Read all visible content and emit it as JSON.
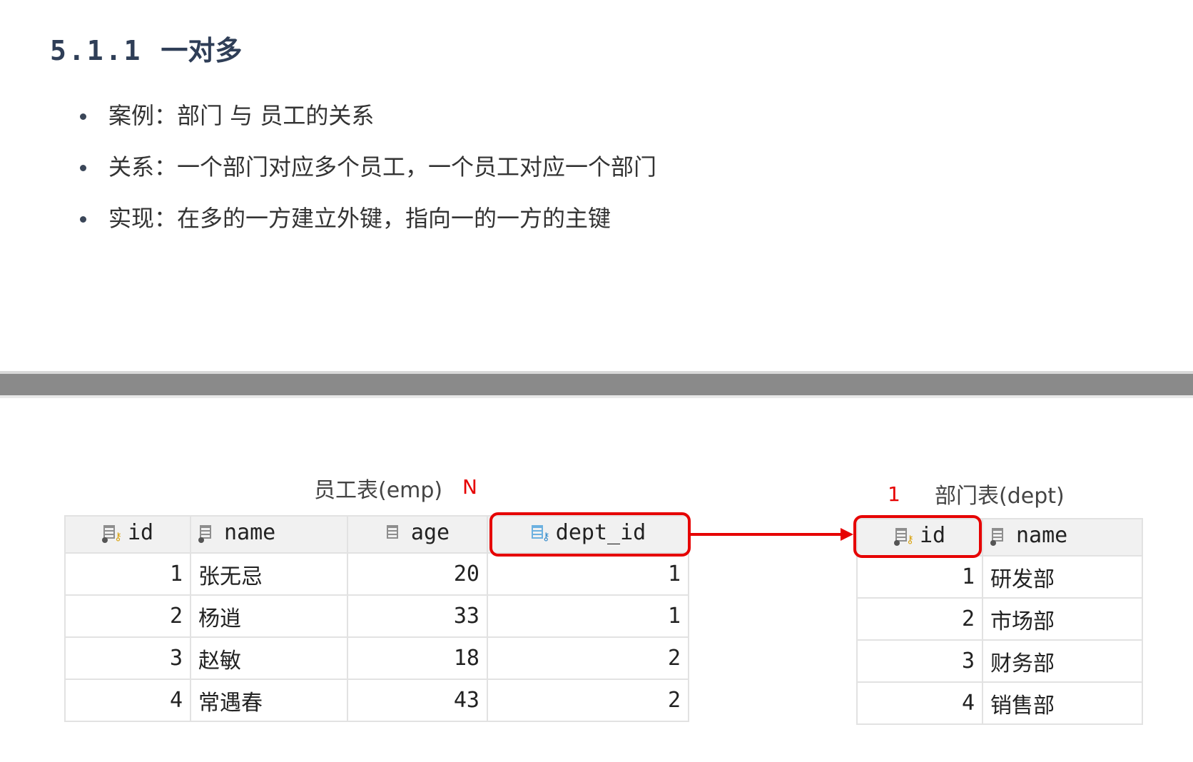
{
  "section": {
    "number": "5.1.1",
    "title": "一对多"
  },
  "bullets": [
    "案例：部门  与  员工的关系",
    "关系：一个部门对应多个员工，一个员工对应一个部门",
    "实现：在多的一方建立外键，指向一的一方的主键"
  ],
  "emp": {
    "caption": "员工表(emp)",
    "cardinality": "N",
    "columns": [
      "id",
      "name",
      "age",
      "dept_id"
    ],
    "rows": [
      [
        "1",
        "张无忌",
        "20",
        "1"
      ],
      [
        "2",
        "杨逍",
        "33",
        "1"
      ],
      [
        "3",
        "赵敏",
        "18",
        "2"
      ],
      [
        "4",
        "常遇春",
        "43",
        "2"
      ]
    ]
  },
  "dept": {
    "caption": "部门表(dept)",
    "cardinality": "1",
    "columns": [
      "id",
      "name"
    ],
    "rows": [
      [
        "1",
        "研发部"
      ],
      [
        "2",
        "市场部"
      ],
      [
        "3",
        "财务部"
      ],
      [
        "4",
        "销售部"
      ]
    ]
  },
  "colors": {
    "highlight": "#e60000",
    "heading": "#2f3e57",
    "divider": "#8a8a8a"
  },
  "icons": [
    "primary-key-column-icon",
    "column-icon",
    "foreign-key-column-icon"
  ]
}
